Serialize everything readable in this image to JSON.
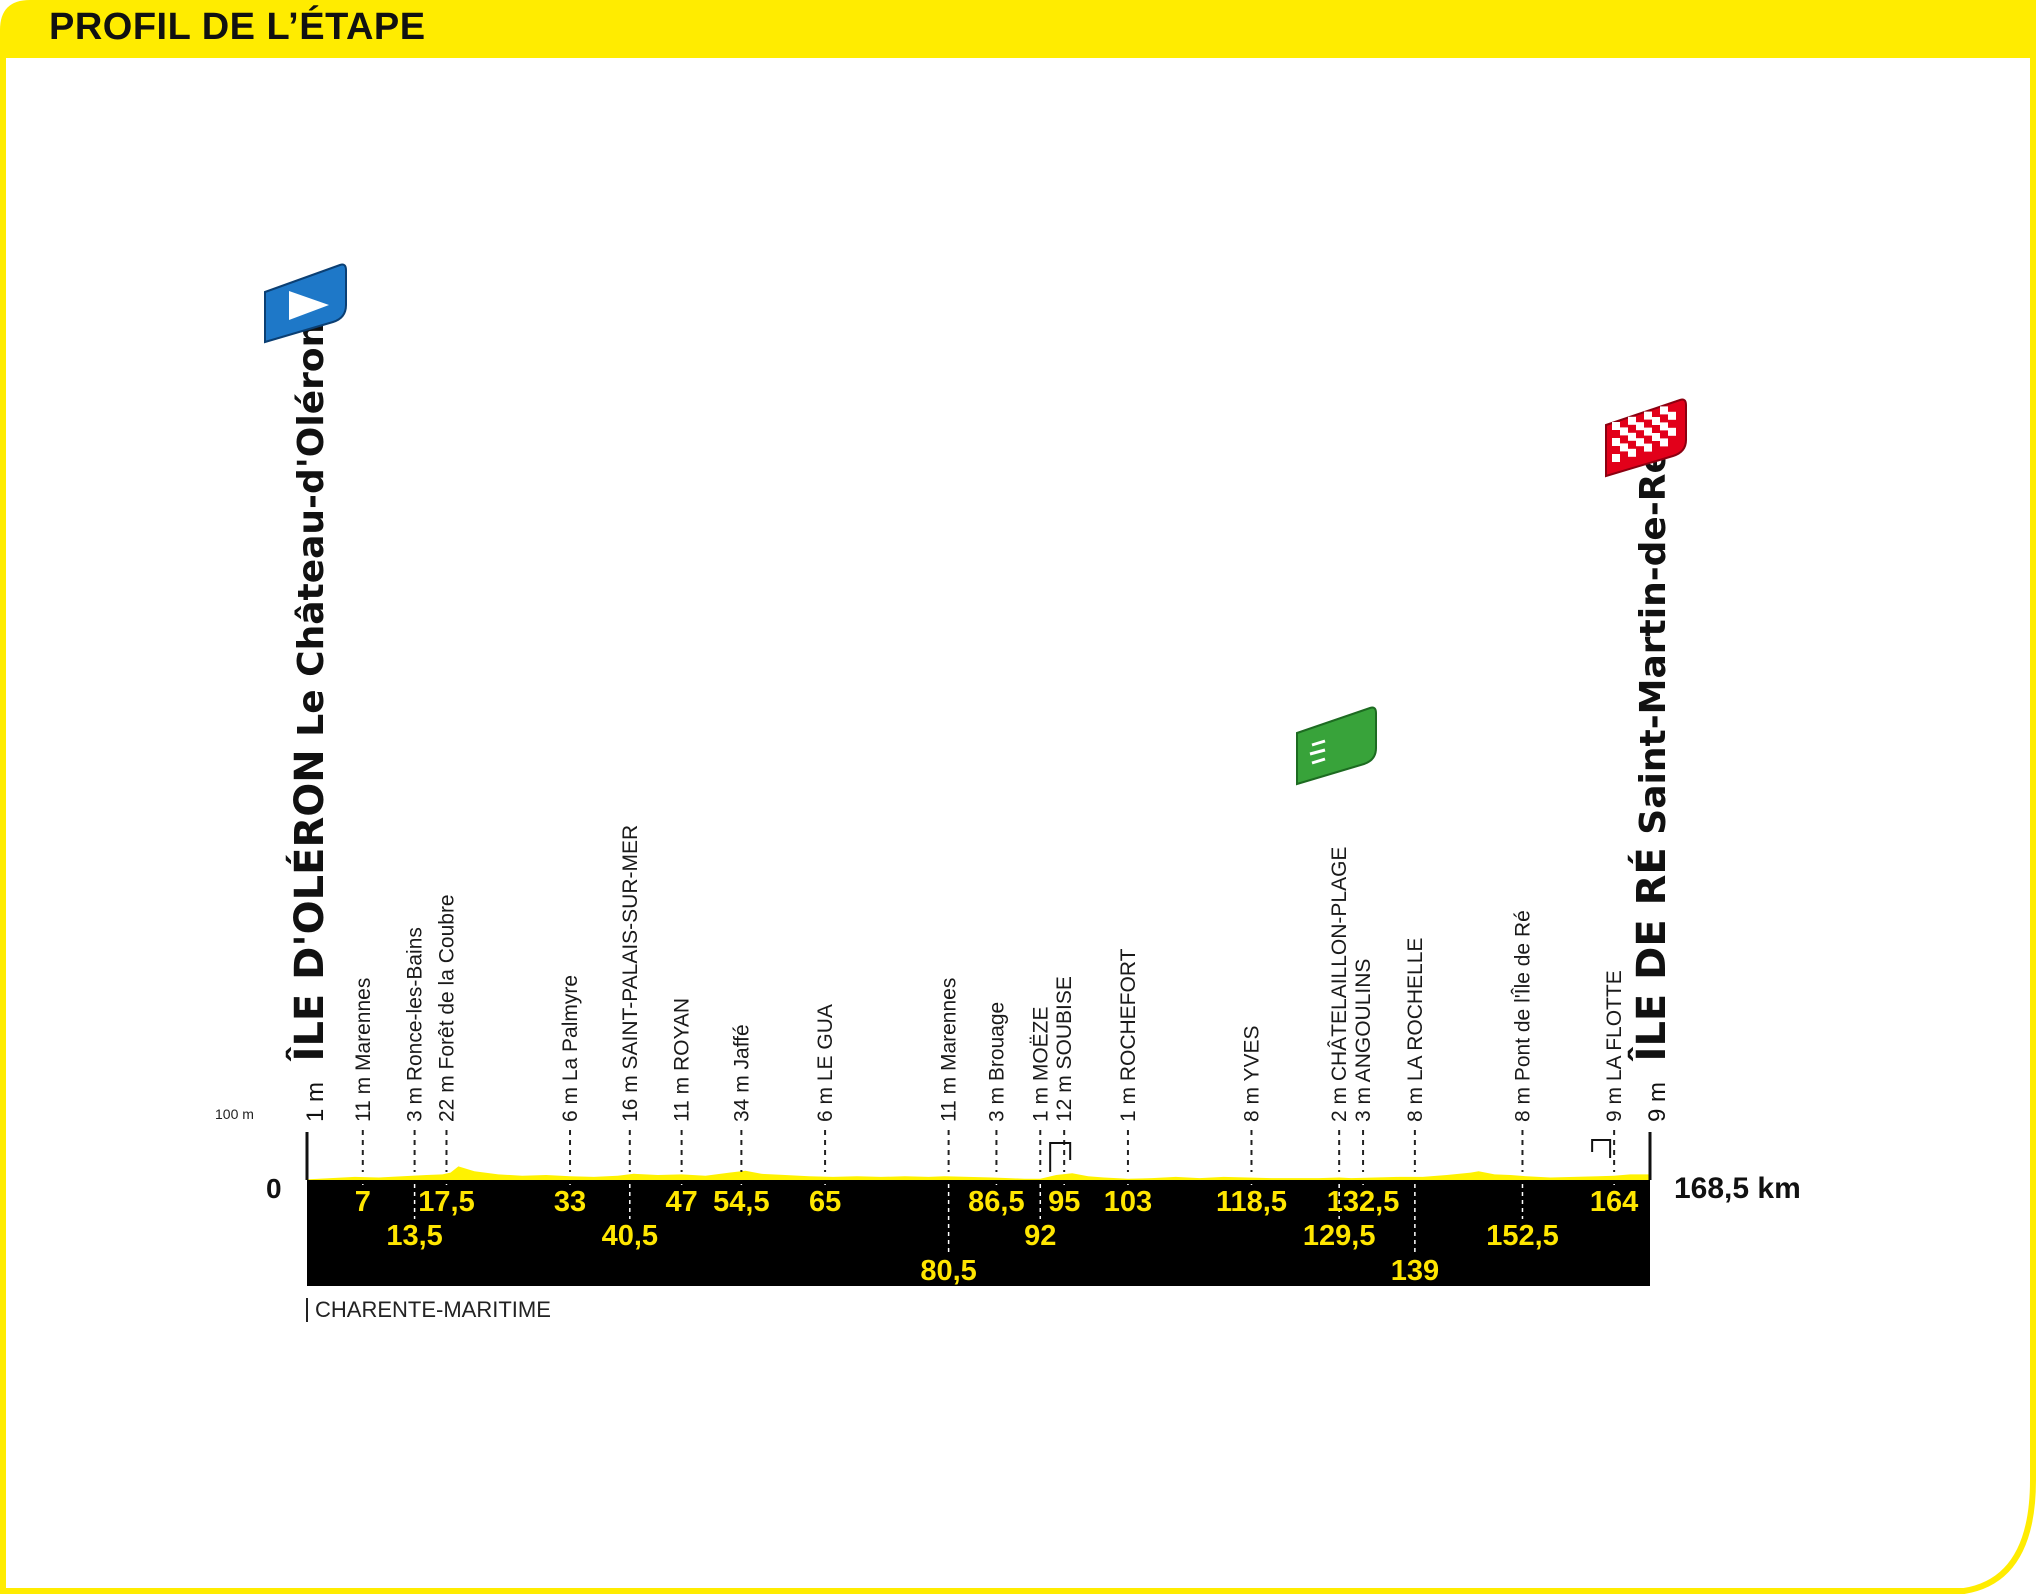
{
  "header": {
    "title": "PROFIL DE L’ÉTAPE"
  },
  "colors": {
    "accent": "#ffec00",
    "profile_fill": "#fff200",
    "base": "#000000",
    "start_flag": "#1e78c8",
    "sprint": "#38a33a",
    "finish": "#e2001a"
  },
  "icons": {
    "start": "start-flag-icon",
    "sprint": "sprint-icon",
    "finish": "finish-flag-icon"
  },
  "chart_data": {
    "type": "area",
    "title": "PROFIL DE L’ÉTAPE",
    "total_distance_label": "168,5 km",
    "total_distance_km": 168.5,
    "elevation_scale_label": "100 m",
    "elevation_zero_label": "0",
    "elevation_range_m": [
      0,
      100
    ],
    "region_label": "CHARENTE-MARITIME",
    "start": {
      "label_prefix": "1 m",
      "place_bold": "ÎLE D'OLÉRON",
      "place_rest": " Le Château-d'Oléron",
      "km": 0,
      "elevation_m": 1
    },
    "finish": {
      "label_prefix": "9 m",
      "place_bold": "ÎLE DE RÉ",
      "place_rest": " Saint-Martin-de-Ré",
      "km": 168.5,
      "elevation_m": 9
    },
    "waypoints": [
      {
        "km": 7,
        "km_label": "7",
        "label": "11 m Marennes",
        "row": 0
      },
      {
        "km": 13.5,
        "km_label": "13,5",
        "label": "3 m Ronce-les-Bains",
        "row": 1
      },
      {
        "km": 17.5,
        "km_label": "17,5",
        "label": "22 m Forêt de la Coubre",
        "row": 0
      },
      {
        "km": 33,
        "km_label": "33",
        "label": "6 m La Palmyre",
        "row": 0
      },
      {
        "km": 40.5,
        "km_label": "40,5",
        "label": "16 m SAINT-PALAIS-SUR-MER",
        "row": 1
      },
      {
        "km": 47,
        "km_label": "47",
        "label": "11 m ROYAN",
        "row": 0
      },
      {
        "km": 54.5,
        "km_label": "54,5",
        "label": "34 m Jaffé",
        "row": 0
      },
      {
        "km": 65,
        "km_label": "65",
        "label": "6 m LE GUA",
        "row": 0
      },
      {
        "km": 80.5,
        "km_label": "80,5",
        "label": "11 m Marennes",
        "row": 2
      },
      {
        "km": 86.5,
        "km_label": "86,5",
        "label": "3 m Brouage",
        "row": 0
      },
      {
        "km": 92,
        "km_label": "92",
        "label": "1 m MOËZE",
        "row": 1
      },
      {
        "km": 95,
        "km_label": "95",
        "label": "12 m SOUBISE",
        "row": 0
      },
      {
        "km": 103,
        "km_label": "103",
        "label": "1 m ROCHEFORT",
        "row": 0
      },
      {
        "km": 118.5,
        "km_label": "118,5",
        "label": "8 m YVES",
        "row": 0
      },
      {
        "km": 129.5,
        "km_label": "129,5",
        "label": "2 m CHÂTELAILLON-PLAGE",
        "row": 1
      },
      {
        "km": 132.5,
        "km_label": "132,5",
        "label": "3 m ANGOULINS",
        "row": 0
      },
      {
        "km": 139,
        "km_label": "139",
        "label": "8 m LA ROCHELLE",
        "row": 2
      },
      {
        "km": 152.5,
        "km_label": "152,5",
        "label": "8 m Pont de l'Île de Ré",
        "row": 1
      },
      {
        "km": 164,
        "km_label": "164",
        "label": "9 m LA FLOTTE",
        "row": 0
      }
    ],
    "sprint": {
      "km": 129.5
    },
    "profile_km": [
      0,
      3,
      6,
      9,
      12,
      15,
      17,
      18,
      19,
      21,
      24,
      27,
      30,
      33,
      36,
      39,
      41,
      44,
      47,
      50,
      53,
      55,
      57,
      60,
      63,
      66,
      69,
      72,
      75,
      78,
      80,
      83,
      86,
      88,
      90,
      92,
      94,
      96,
      98,
      100,
      103,
      106,
      109,
      112,
      115,
      118,
      121,
      124,
      127,
      129.5,
      131,
      134,
      137,
      140,
      143,
      146,
      147,
      149,
      151,
      153,
      156,
      159,
      162,
      164,
      166,
      168.5
    ],
    "profile_elev_m": [
      1,
      3,
      5,
      4,
      6,
      8,
      9,
      12,
      22,
      14,
      9,
      7,
      8,
      6,
      5,
      7,
      10,
      8,
      9,
      7,
      12,
      15,
      10,
      8,
      6,
      5,
      6,
      5,
      6,
      5,
      6,
      5,
      4,
      3,
      2,
      2,
      8,
      11,
      6,
      4,
      2,
      3,
      5,
      3,
      5,
      4,
      3,
      3,
      3,
      4,
      3,
      4,
      5,
      5,
      8,
      12,
      14,
      9,
      8,
      6,
      4,
      5,
      6,
      7,
      9,
      9
    ]
  }
}
